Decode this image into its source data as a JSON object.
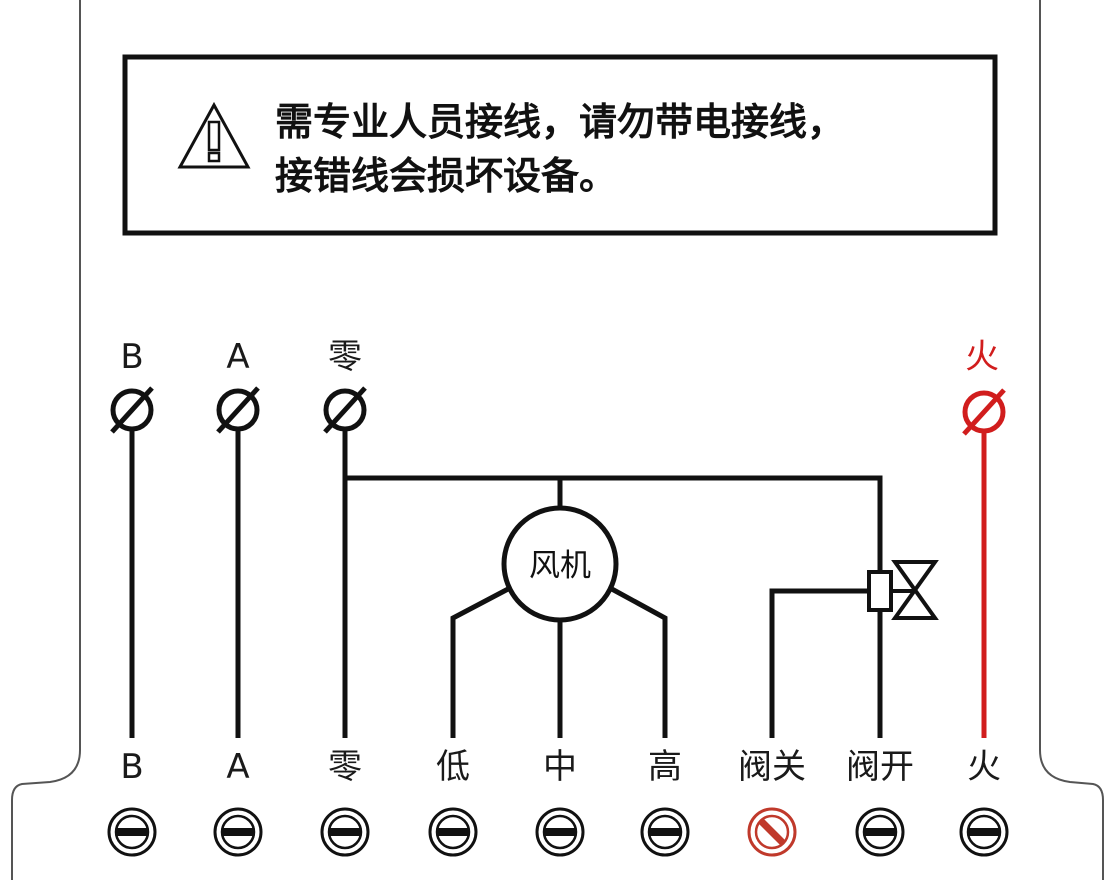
{
  "warning": {
    "line1": "需专业人员接线，请勿带电接线，",
    "line2": "接错线会损坏设备。"
  },
  "top_terminals": {
    "b": "B",
    "a": "A",
    "neutral": "零",
    "live": "火"
  },
  "fan": {
    "label": "风机"
  },
  "bottom_terminals": {
    "b": "B",
    "a": "A",
    "neutral": "零",
    "low": "低",
    "mid": "中",
    "high": "高",
    "valve_close": "阀关",
    "valve_open": "阀开",
    "live": "火"
  },
  "colors": {
    "line": "#111111",
    "live": "#d11d1d",
    "disabled_terminal": "#c0392b"
  },
  "icons": {
    "warning": "warning-triangle-icon",
    "terminal": "screw-terminal-icon",
    "disabled_terminal": "no-entry-terminal-icon",
    "valve": "valve-icon"
  }
}
